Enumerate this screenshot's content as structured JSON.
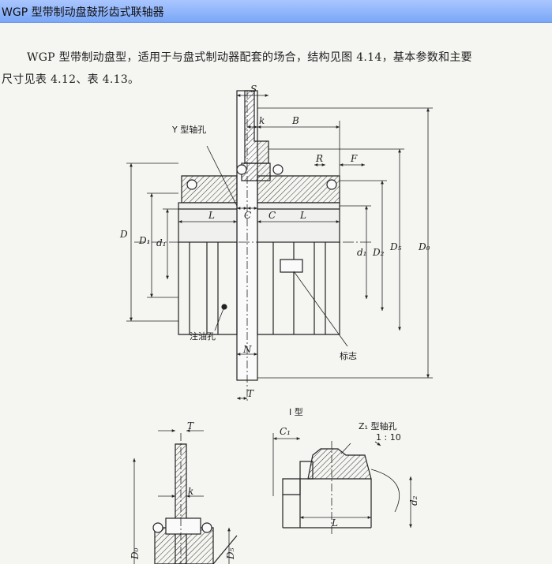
{
  "window": {
    "title": "WGP 型带制动盘鼓形齿式联轴器"
  },
  "document": {
    "paragraph_line1": "WGP 型带制动盘型，适用于与盘式制动器配套的场合，结构见图 4.14，基本参数和主要",
    "paragraph_line2": "尺寸见表 4.12、表 4.13。"
  },
  "figure": {
    "label_y_hole": "Y 型轴孔",
    "label_oil_hole": "注油孔",
    "label_mark": "标志",
    "caption_type1": "I 型",
    "label_z1_hole": "Z₁ 型轴孔",
    "taper": "1 : 10",
    "dim_S": "S",
    "dim_k": "k",
    "dim_B": "B",
    "dim_R": "R",
    "dim_F": "F",
    "dim_C": "C",
    "dim_L": "L",
    "dim_D": "D",
    "dim_D1": "D₁",
    "dim_d1": "d₁",
    "dim_d1_right": "d₁",
    "dim_D2": "D₂",
    "dim_D5": "D₅",
    "dim_D0": "D₀",
    "dim_N": "N",
    "dim_T": "T",
    "dim_T2": "T",
    "dim_k2": "k",
    "dim_C1": "C₁",
    "dim_L2": "L",
    "dim_dz": "d₂",
    "dim_D0b": "D₀",
    "dim_D5b": "D₅"
  }
}
